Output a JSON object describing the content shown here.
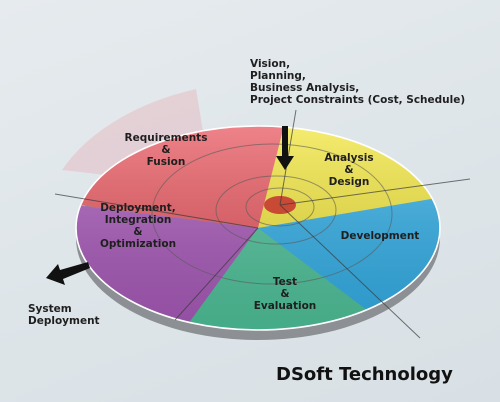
{
  "title": "",
  "brand": "DSoft Technology",
  "top_note": [
    "Vision,",
    "Planning,",
    "Business Analysis,",
    "Project Constraints (Cost, Schedule)"
  ],
  "segments": [
    {
      "id": "requirements",
      "lines": [
        "Requirements",
        "&",
        "Fusion"
      ],
      "color": "#e85a62"
    },
    {
      "id": "analysis",
      "lines": [
        "Analysis",
        "&",
        "Design"
      ],
      "color": "#f2e640"
    },
    {
      "id": "development",
      "lines": [
        "Development"
      ],
      "color": "#33aee6"
    },
    {
      "id": "test",
      "lines": [
        "Test",
        "&",
        "Evaluation"
      ],
      "color": "#4fc29a"
    },
    {
      "id": "deployment",
      "lines": [
        "Deployment,",
        "Integration",
        "&",
        "Optimization"
      ],
      "color": "#a85ab9"
    }
  ],
  "system_deployment": [
    "System",
    "Deployment"
  ],
  "colors": {
    "background": "#dfe6ea",
    "arrow": "#111111",
    "outline": "#ffffff"
  }
}
